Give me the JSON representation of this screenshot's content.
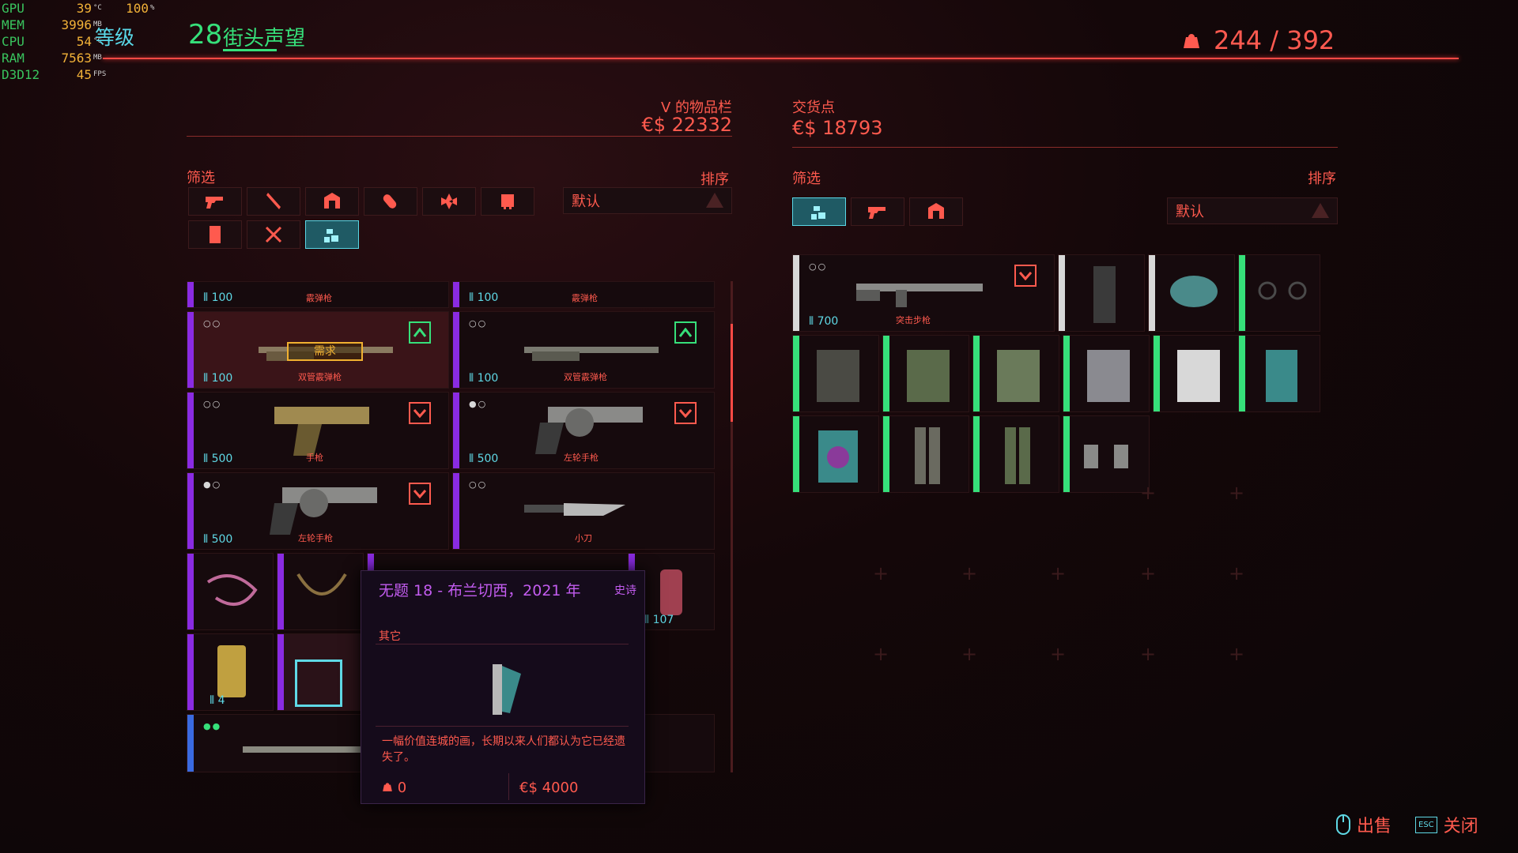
{
  "perf": [
    {
      "key": "GPU",
      "value": "39",
      "unit": "°C",
      "extra": "100",
      "extra_unit": "%"
    },
    {
      "key": "MEM",
      "value": "3996",
      "unit": "MB"
    },
    {
      "key": "CPU",
      "value": "54",
      "unit": "°C"
    },
    {
      "key": "RAM",
      "value": "7563",
      "unit": "MB"
    },
    {
      "key": "D3D12",
      "value": "45",
      "unit": "FPS"
    }
  ],
  "header": {
    "level_label": "等级",
    "street_cred_value": "28",
    "street_cred_label": "街头声望",
    "carry_weight": "244 / 392"
  },
  "player_inventory": {
    "title": "V 的物品栏",
    "money": "€$ 22332",
    "filter_label": "筛选",
    "sort_label": "排序",
    "sort_value": "默认",
    "filters": [
      {
        "icon": "pistol-icon",
        "active": false
      },
      {
        "icon": "blade-icon",
        "active": false
      },
      {
        "icon": "armor-icon",
        "active": false
      },
      {
        "icon": "consumable-icon",
        "active": false
      },
      {
        "icon": "grenade-icon",
        "active": false
      },
      {
        "icon": "vehicle-icon",
        "active": false
      },
      {
        "icon": "shard-icon",
        "active": false
      },
      {
        "icon": "crafting-icon",
        "active": false
      },
      {
        "icon": "junk-icon",
        "active": true
      }
    ],
    "items": [
      {
        "qty": "100",
        "type": "霰弹枪"
      },
      {
        "qty": "100",
        "type": "霰弹枪"
      },
      {
        "qty": "100",
        "type": "双管霰弹枪",
        "requirement": "需求",
        "upgrade": "up"
      },
      {
        "qty": "100",
        "type": "双管霰弹枪",
        "upgrade": "up"
      },
      {
        "qty": "500",
        "type": "手枪",
        "upgrade": "down"
      },
      {
        "qty": "500",
        "type": "左轮手枪",
        "upgrade": "down"
      },
      {
        "qty": "500",
        "type": "左轮手枪",
        "upgrade": "down"
      },
      {
        "qty": "",
        "type": "小刀"
      },
      {
        "qty": "107",
        "type": ""
      },
      {
        "qty": "4",
        "type": ""
      }
    ]
  },
  "vendor": {
    "title": "交货点",
    "money": "€$ 18793",
    "filter_label": "筛选",
    "sort_label": "排序",
    "sort_value": "默认",
    "filters": [
      {
        "icon": "junk-icon",
        "active": true
      },
      {
        "icon": "pistol-icon",
        "active": false
      },
      {
        "icon": "armor-icon",
        "active": false
      }
    ],
    "featured": {
      "qty": "700",
      "type": "突击步枪"
    }
  },
  "tooltip": {
    "title": "无题 18 - 布兰切西，2021 年",
    "rarity": "史诗",
    "category": "其它",
    "description": "一幅价值连城的画，长期以来人们都认为它已经遗失了。",
    "weight": "0",
    "price": "€$ 4000"
  },
  "actions": {
    "sell": "出售",
    "close": "关闭",
    "esc": "ESC"
  },
  "colors": {
    "accent_red": "#ff5a4e",
    "cyan": "#5fd9e6",
    "green": "#36e07a",
    "purple": "#8a2be2",
    "epic": "#c35cf0"
  }
}
